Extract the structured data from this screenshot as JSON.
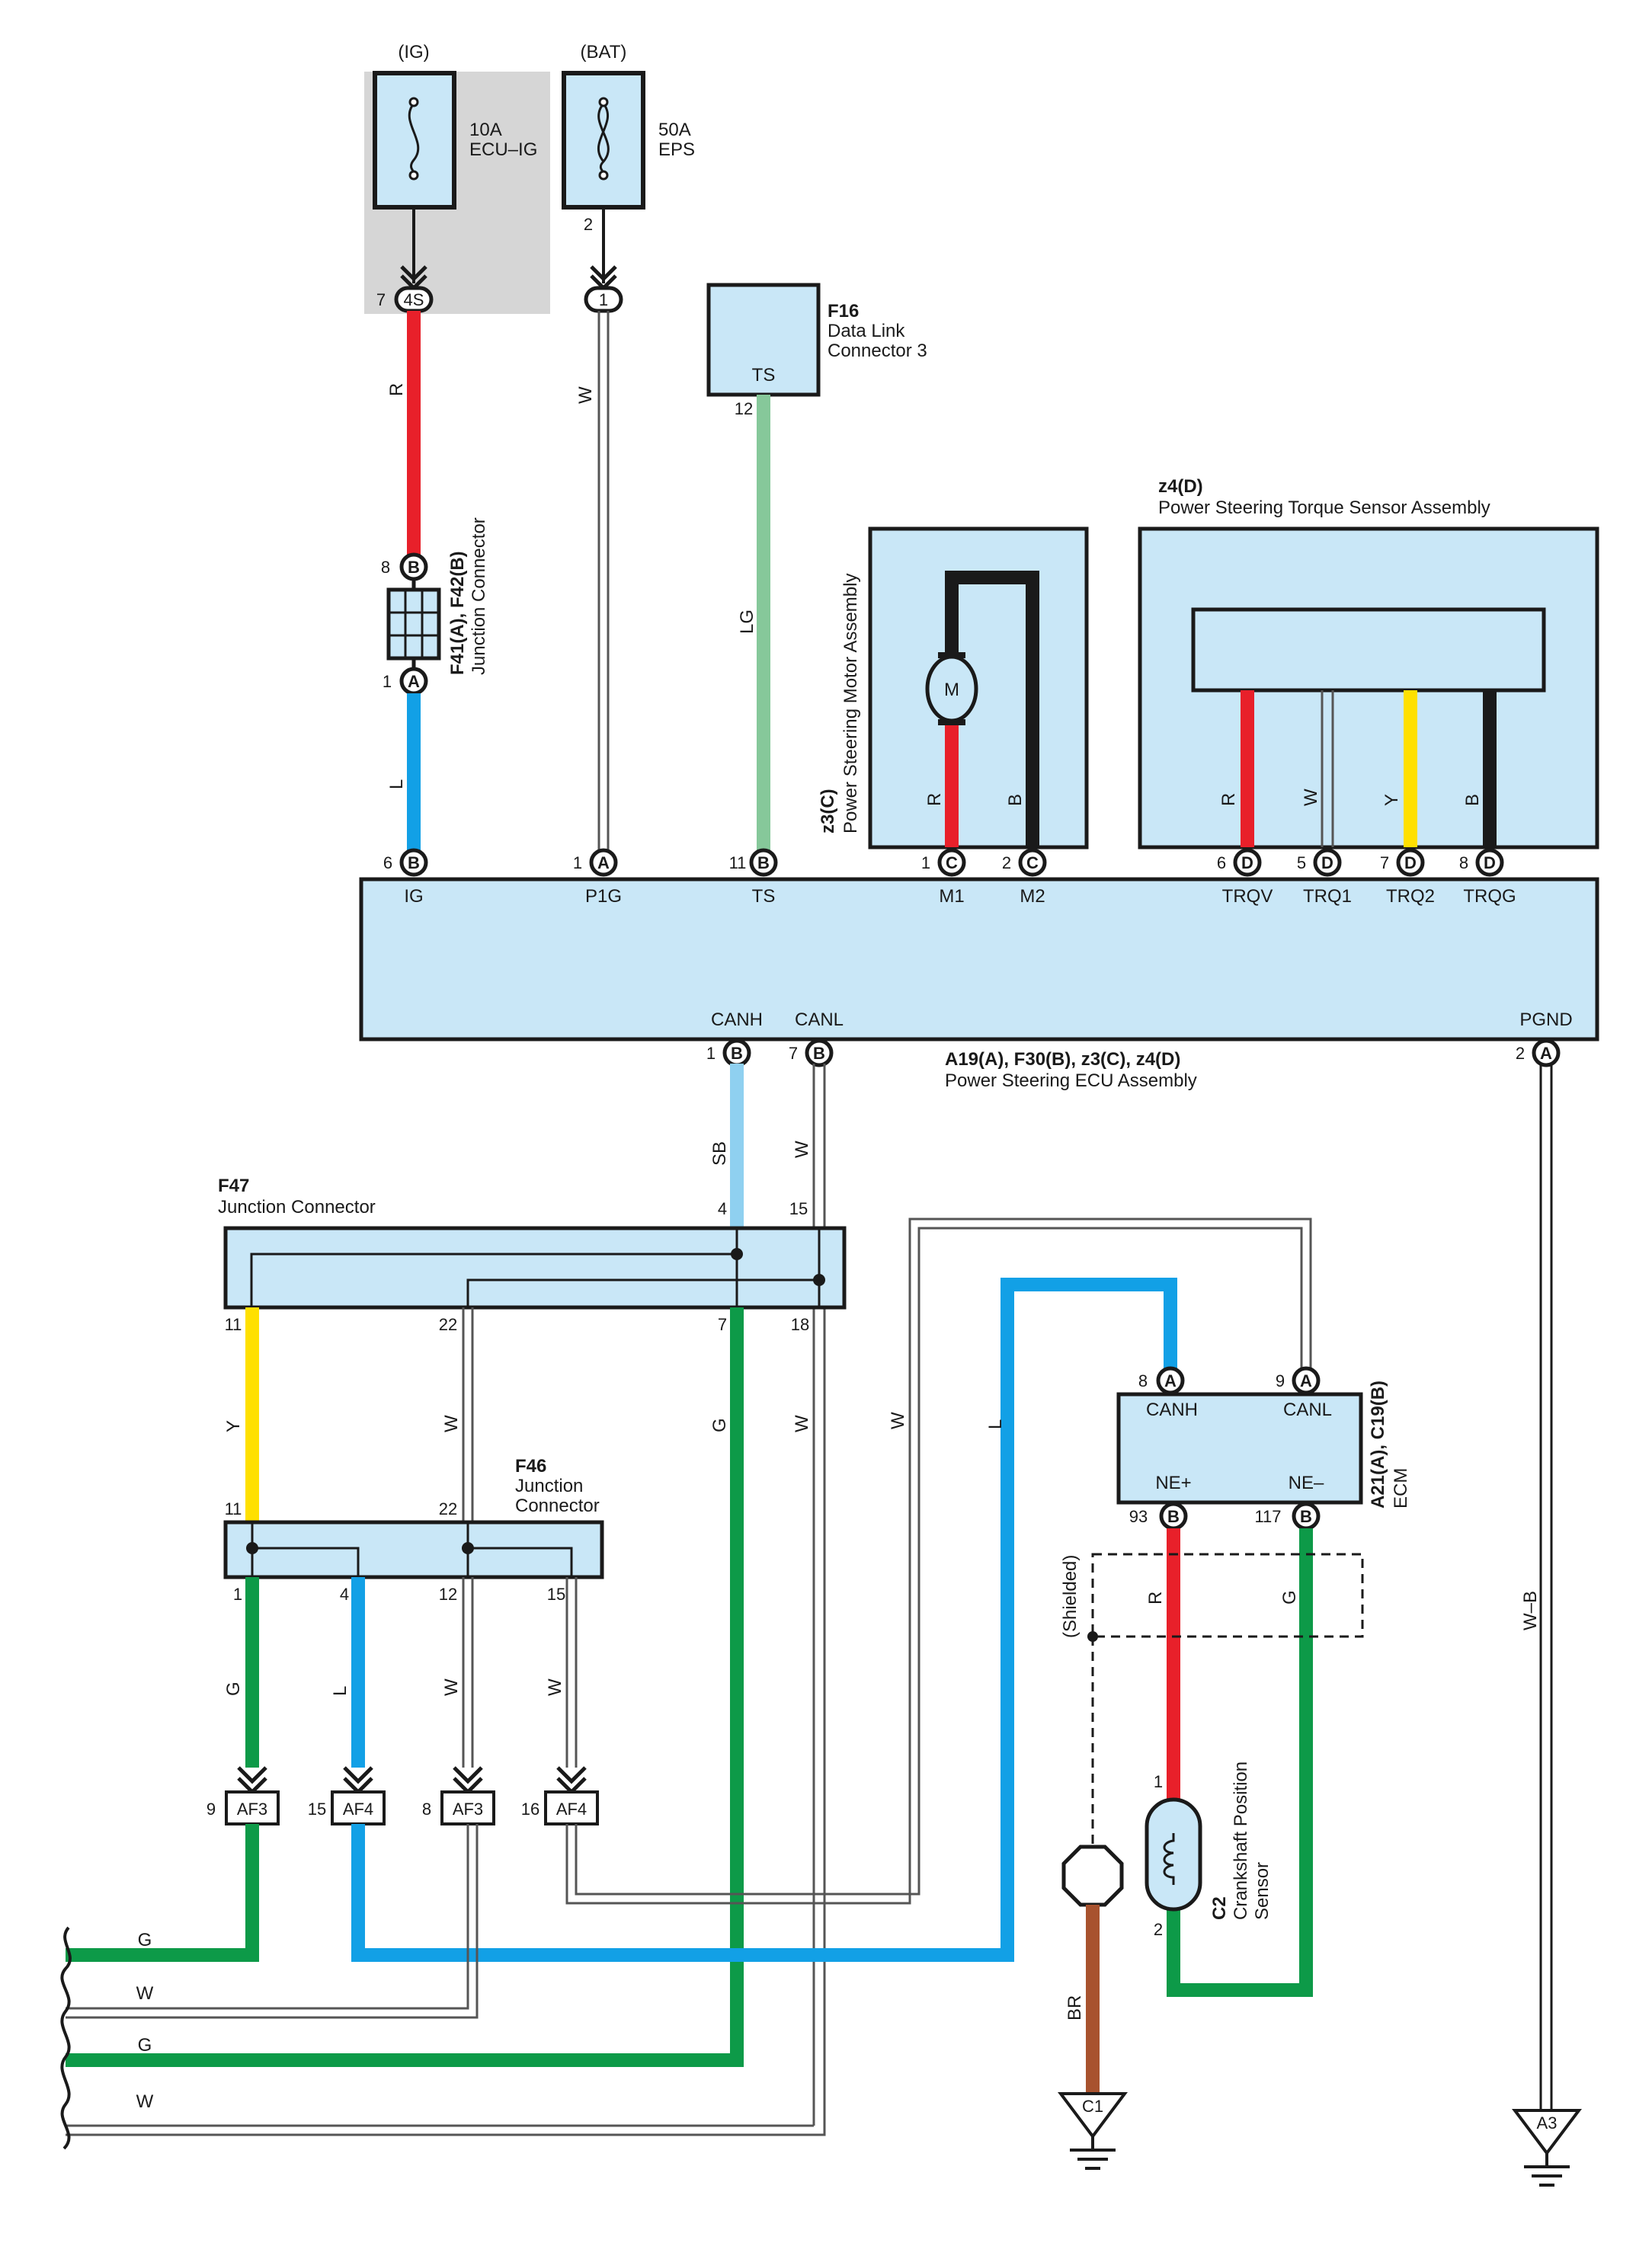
{
  "power": {
    "ig": {
      "tag": "(IG)",
      "amp": "10A",
      "name": "ECU–IG",
      "pin": "7",
      "conn": "4S"
    },
    "bat": {
      "tag": "(BAT)",
      "amp": "50A",
      "name": "EPS",
      "pin": "2",
      "conn": "1"
    }
  },
  "dlc": {
    "id": "F16",
    "name1": "Data Link",
    "name2": "Connector 3",
    "term": "TS",
    "pin": "12"
  },
  "jc_f41": {
    "id": "F41(A), F42(B)",
    "name": "Junction Connector",
    "pin_b": "8",
    "conn_b": "B",
    "pin_a": "1",
    "conn_a": "A"
  },
  "motor": {
    "id": "z3(C)",
    "name": "Power Steering Motor Assembly",
    "symbol": "M"
  },
  "torque": {
    "id": "z4(D)",
    "name": "Power Steering Torque Sensor Assembly"
  },
  "ecu": {
    "id": "A19(A), F30(B), z3(C), z4(D)",
    "name": "Power Steering ECU Assembly",
    "terms": {
      "ig": {
        "name": "IG",
        "pin": "6",
        "conn": "B"
      },
      "p1g": {
        "name": "P1G",
        "pin": "1",
        "conn": "A"
      },
      "ts": {
        "name": "TS",
        "pin": "11",
        "conn": "B"
      },
      "m1": {
        "name": "M1",
        "pin": "1",
        "conn": "C"
      },
      "m2": {
        "name": "M2",
        "pin": "2",
        "conn": "C"
      },
      "trqv": {
        "name": "TRQV",
        "pin": "6",
        "conn": "D"
      },
      "trq1": {
        "name": "TRQ1",
        "pin": "5",
        "conn": "D"
      },
      "trq2": {
        "name": "TRQ2",
        "pin": "7",
        "conn": "D"
      },
      "trqg": {
        "name": "TRQG",
        "pin": "8",
        "conn": "D"
      },
      "canh": {
        "name": "CANH",
        "pin": "1",
        "conn": "B"
      },
      "canl": {
        "name": "CANL",
        "pin": "7",
        "conn": "B"
      },
      "pgnd": {
        "name": "PGND",
        "pin": "2",
        "conn": "A"
      }
    }
  },
  "f47": {
    "id": "F47",
    "name": "Junction Connector",
    "pins": {
      "p4": "4",
      "p15": "15",
      "p11": "11",
      "p22": "22",
      "p7": "7",
      "p18": "18"
    }
  },
  "f46": {
    "id": "F46",
    "name1": "Junction",
    "name2": "Connector",
    "pins": {
      "p11": "11",
      "p22": "22",
      "p1": "1",
      "p4": "4",
      "p12": "12",
      "p15": "15"
    }
  },
  "af": {
    "a": {
      "pin": "9",
      "conn": "AF3"
    },
    "b": {
      "pin": "15",
      "conn": "AF4"
    },
    "c": {
      "pin": "8",
      "conn": "AF3"
    },
    "d": {
      "pin": "16",
      "conn": "AF4"
    }
  },
  "ecm": {
    "id": "A21(A), C19(B)",
    "name": "ECM",
    "canh": {
      "name": "CANH",
      "pin": "8",
      "conn": "A"
    },
    "canl": {
      "name": "CANL",
      "pin": "9",
      "conn": "A"
    },
    "nep": {
      "name": "NE+",
      "pin": "93",
      "conn": "B"
    },
    "nem": {
      "name": "NE–",
      "pin": "117",
      "conn": "B"
    }
  },
  "sensor": {
    "id": "C2",
    "name1": "Crankshaft Position",
    "name2": "Sensor",
    "pin1": "1",
    "pin2": "2",
    "shield": "(Shielded)"
  },
  "grounds": {
    "c1": "C1",
    "a3": "A3"
  },
  "wires": {
    "r1": "R",
    "w1": "W",
    "lg": "LG",
    "l1": "L",
    "sb": "SB",
    "w2": "W",
    "motor_r": "R",
    "motor_b": "B",
    "tq_r": "R",
    "tq_w": "W",
    "tq_y": "Y",
    "tq_b": "B",
    "y": "Y",
    "w3": "W",
    "g1": "G",
    "w4": "W",
    "w5": "W",
    "l2": "L",
    "g2": "G",
    "l3": "L",
    "w6": "W",
    "w7": "W",
    "ecm_r": "R",
    "ecm_g": "G",
    "br": "BR",
    "wb": "W–B",
    "left_g1": "G",
    "left_w1": "W",
    "left_g2": "G",
    "left_w2": "W"
  },
  "colors": {
    "red": "#e8202a",
    "white": "#ffffff",
    "light_green": "#86c89a",
    "blue": "#12a0e6",
    "sky_blue": "#8fd0f0",
    "black": "#1a1a1a",
    "yellow": "#ffe000",
    "green": "#0d9a48",
    "brown": "#a8522e",
    "box_fill": "#c9e7f7",
    "fuse_gray": "#d6d6d6"
  }
}
